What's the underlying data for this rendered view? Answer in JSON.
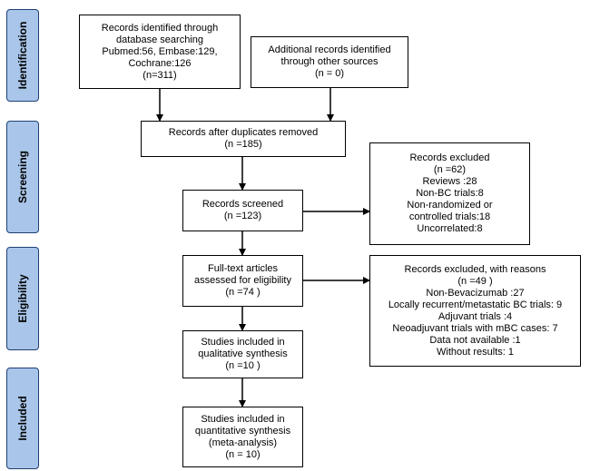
{
  "stages": {
    "identification": "Identification",
    "screening": "Screening",
    "eligibility": "Eligibility",
    "included": "Included"
  },
  "boxes": {
    "database_search": [
      "Records identified through",
      "database searching",
      "Pubmed:56, Embase:129,",
      "Cochrane:126",
      "(n=311)"
    ],
    "other_sources": [
      "Additional records identified",
      "through other sources",
      "(n = 0)"
    ],
    "after_duplicates": [
      "Records after duplicates removed",
      "(n =185)"
    ],
    "screened": [
      "Records screened",
      "(n =123)"
    ],
    "excluded_screening": [
      "Records excluded",
      "(n =62)",
      "Reviews :28",
      "Non-BC trials:8",
      "Non-randomized or",
      "controlled trials:18",
      "Uncorrelated:8"
    ],
    "full_text": [
      "Full-text articles",
      "assessed for eligibility",
      "(n =74 )"
    ],
    "excluded_reasons": [
      "Records excluded, with reasons",
      "(n =49 )",
      "Non-Bevacizumab :27",
      "Locally recurrent/metastatic BC trials: 9",
      "Adjuvant trials :4",
      "Neoadjuvant trials with mBC cases: 7",
      "Data not available :1",
      "Without results: 1"
    ],
    "qualitative": [
      "Studies included in",
      "qualitative synthesis",
      "(n =10 )"
    ],
    "quantitative": [
      "Studies included in",
      "quantitative synthesis",
      "(meta-analysis)",
      "(n = 10)"
    ]
  }
}
